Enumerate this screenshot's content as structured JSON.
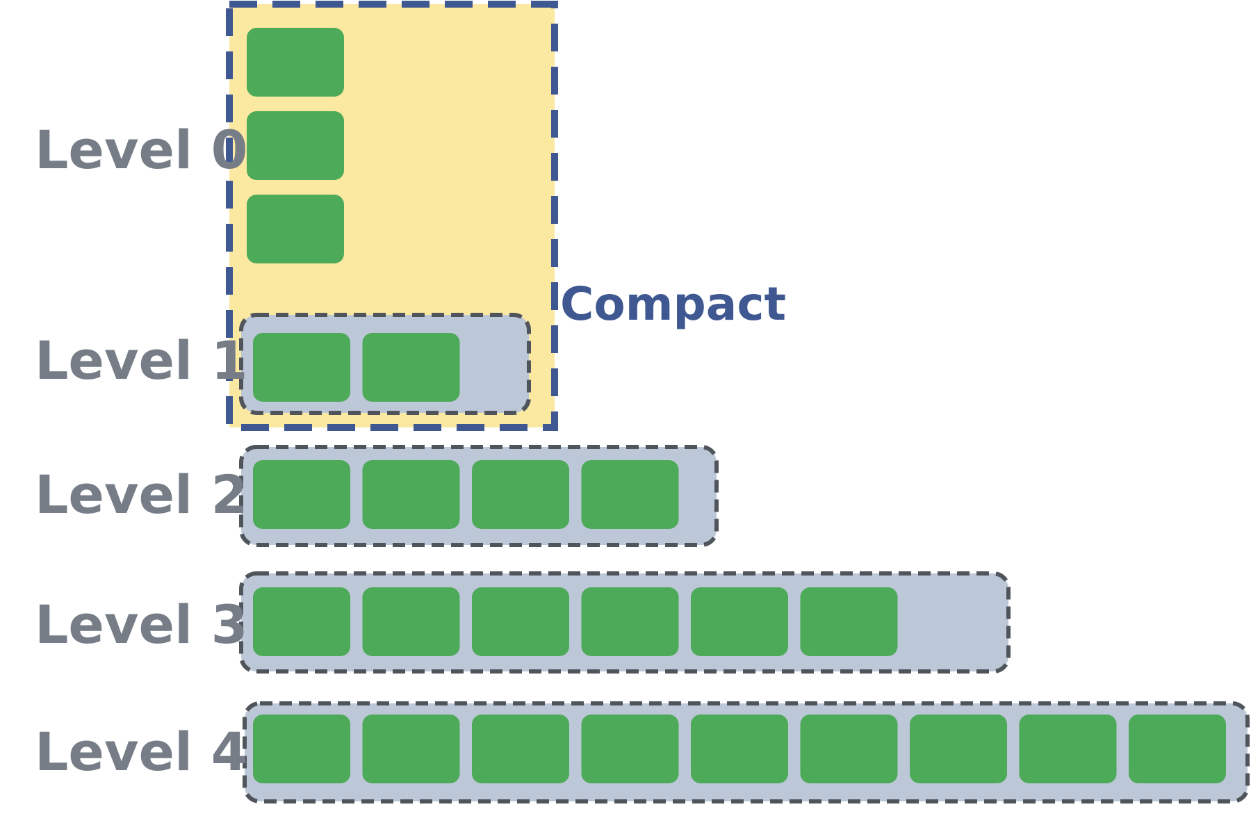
{
  "diagram": {
    "compaction": {
      "label": "Compact",
      "fill_color": "#FBE8A1",
      "border_color": "#3F5892"
    },
    "colors": {
      "block": "#4DAA59",
      "level_container": "#BCC7D7",
      "level_border": "#50545B",
      "label_text": "#767D87"
    },
    "levels": [
      {
        "label": "Level 0",
        "blocks": 3
      },
      {
        "label": "Level 1",
        "blocks": 2
      },
      {
        "label": "Level 2",
        "blocks": 4
      },
      {
        "label": "Level 3",
        "blocks": 6
      },
      {
        "label": "Level 4",
        "blocks": 9
      }
    ]
  }
}
